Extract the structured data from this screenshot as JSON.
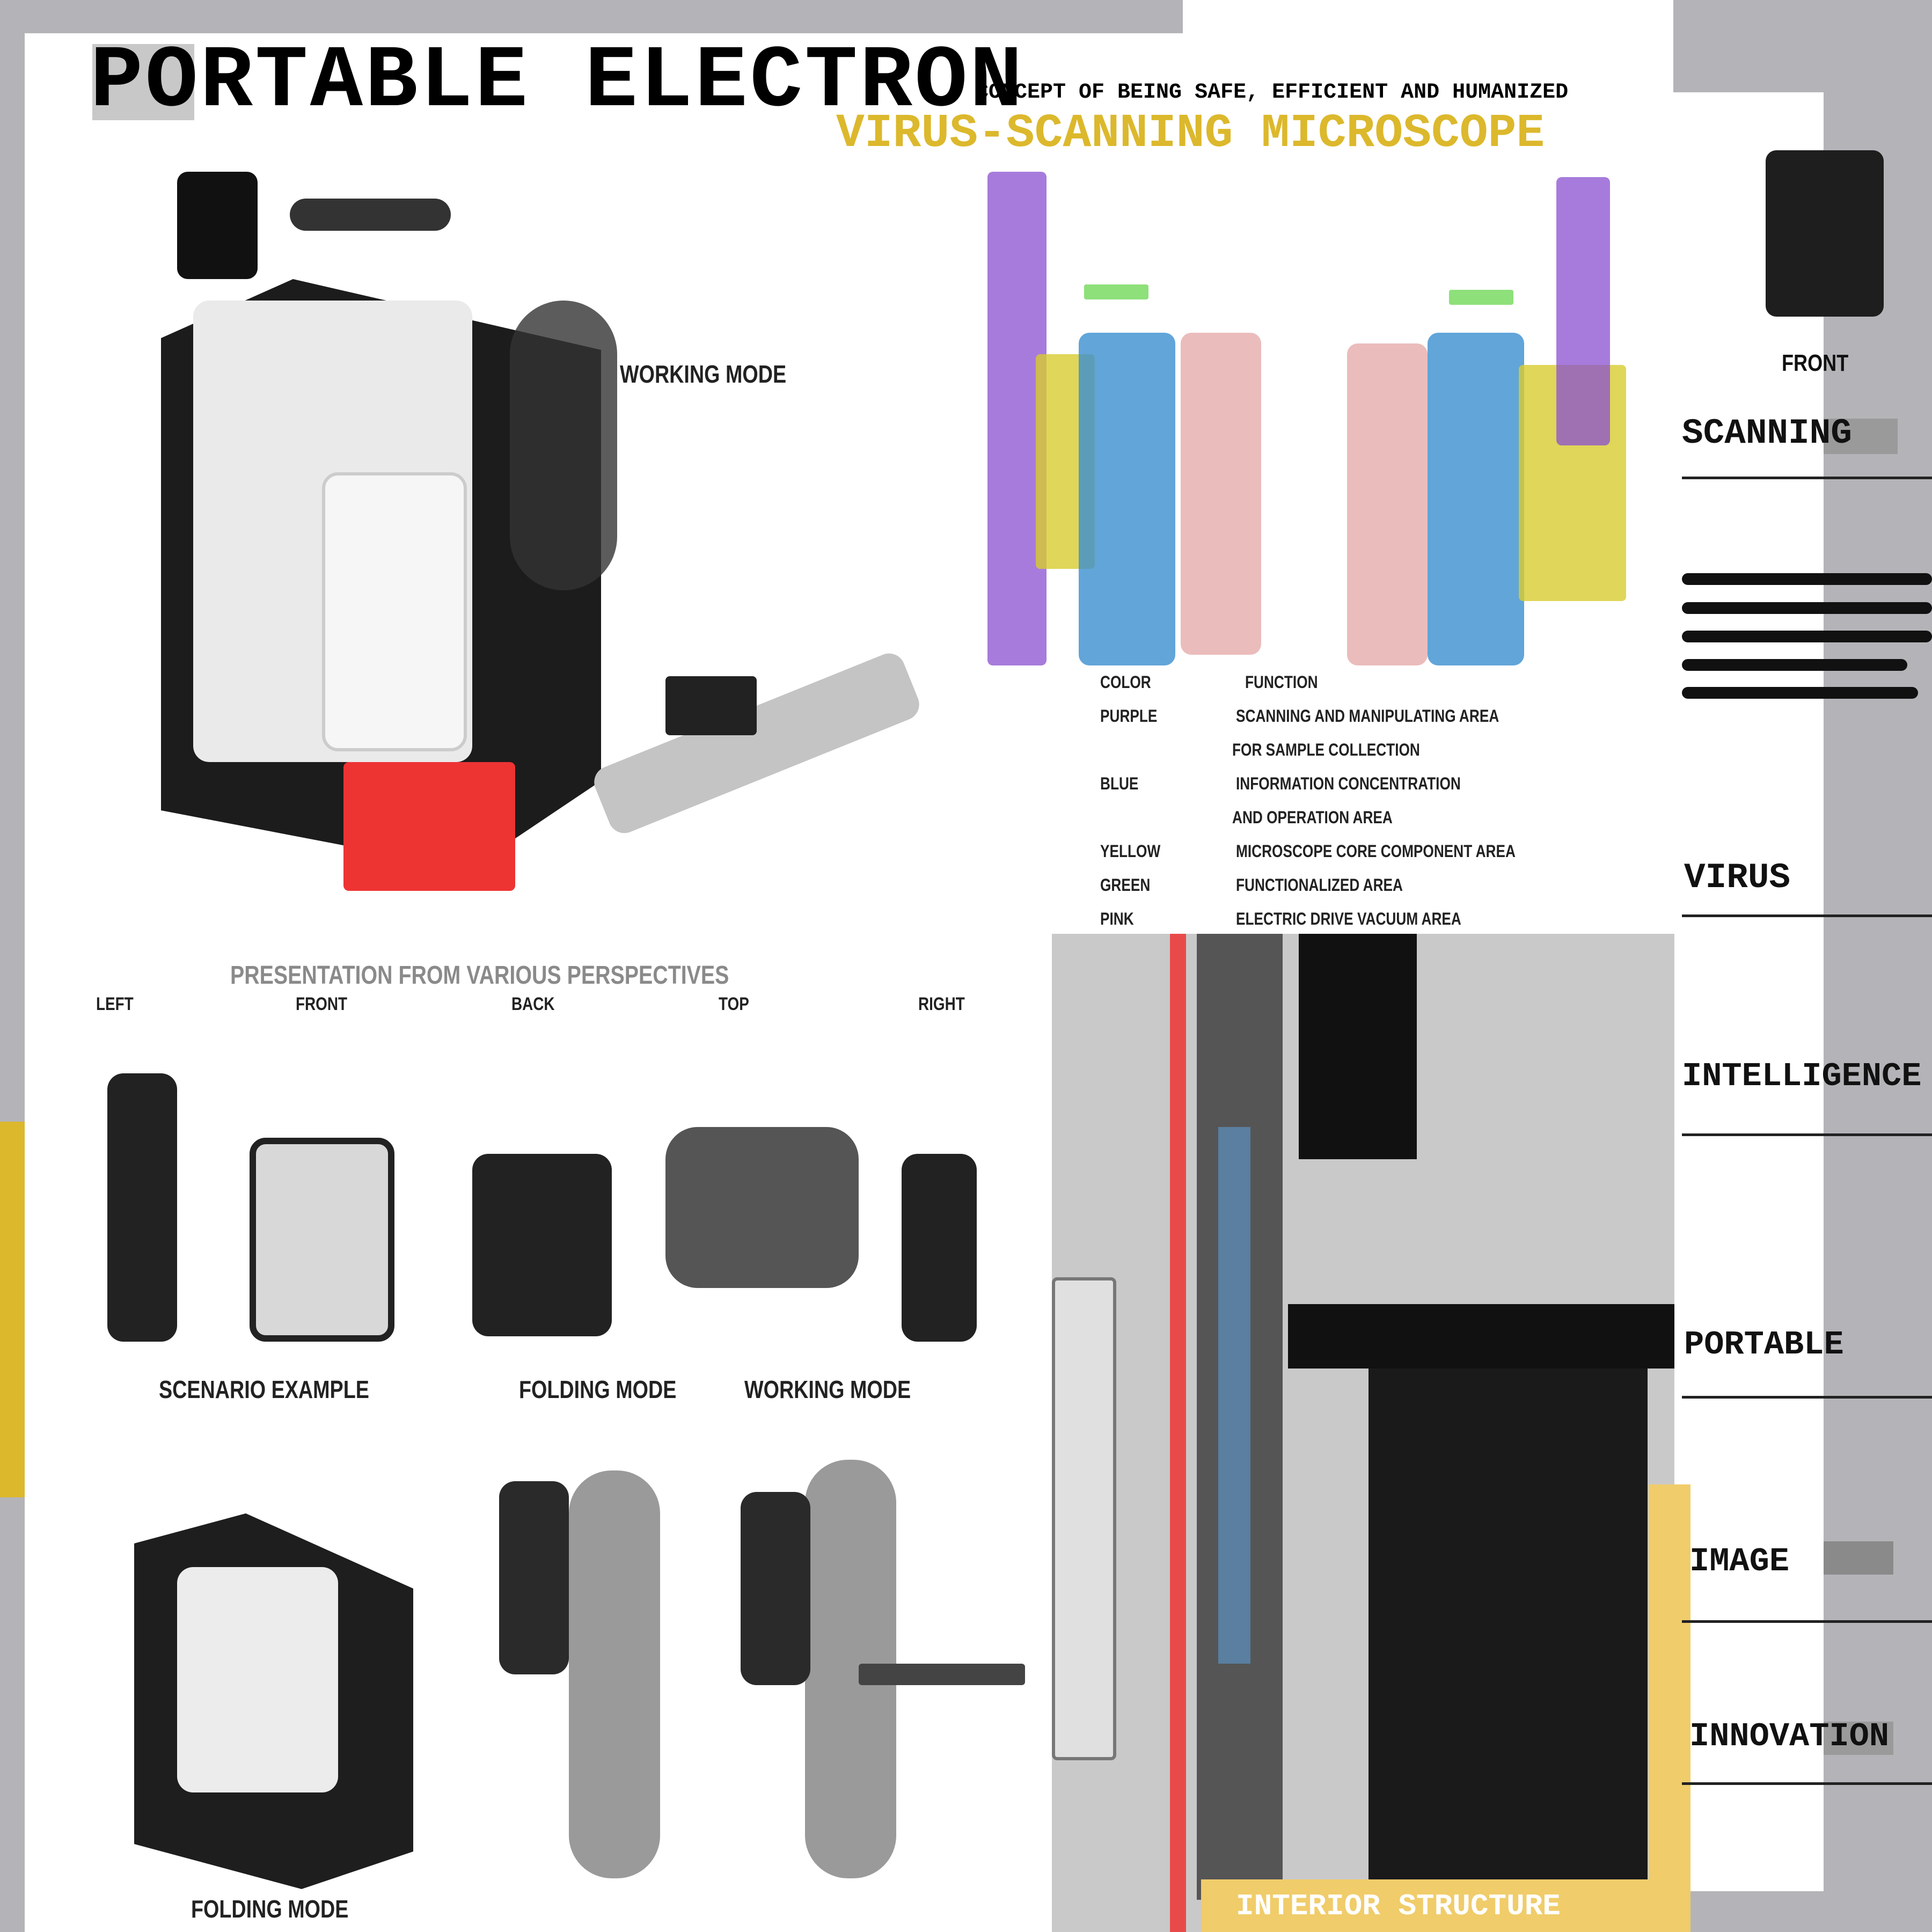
{
  "header": {
    "title": "PORTABLE ELECTRON",
    "subtitle": "CONCEPT OF BEING SAFE, EFFICIENT AND HUMANIZED",
    "product_name": "VIRUS-SCANNING MICROSCOPE"
  },
  "main_render": {
    "label": "WORKING MODE"
  },
  "legend": {
    "header_color": "COLOR",
    "header_function": "FUNCTION",
    "rows": [
      {
        "color": "PURPLE",
        "function": "SCANNING AND MANIPULATING AREA",
        "function_2": "FOR SAMPLE COLLECTION"
      },
      {
        "color": "BLUE",
        "function": "INFORMATION CONCENTRATION",
        "function_2": "AND OPERATION AREA"
      },
      {
        "color": "YELLOW",
        "function": "MICROSCOPE CORE COMPONENT AREA"
      },
      {
        "color": "GREEN",
        "function": "FUNCTIONALIZED AREA"
      },
      {
        "color": "PINK",
        "function": "ELECTRIC DRIVE VACUUM AREA"
      }
    ]
  },
  "perspectives": {
    "title": "PRESENTATION FROM VARIOUS PERSPECTIVES",
    "views": [
      "LEFT",
      "FRONT",
      "BACK",
      "TOP",
      "RIGHT"
    ]
  },
  "scenario": {
    "title": "SCENARIO EXAMPLE",
    "folding_label": "FOLDING MODE",
    "working_label": "WORKING MODE",
    "bottom_label": "FOLDING MODE"
  },
  "interior": {
    "label": "INTERIOR STRUCTURE"
  },
  "sidebar": {
    "front_label": "FRONT",
    "keywords": [
      "SCANNING",
      "VIRUS",
      "INTELLIGENCE",
      "PORTABLE",
      "IMAGE",
      "INNOVATION"
    ]
  },
  "colors": {
    "accent_yellow": "#dcb82c",
    "bar_yellow": "#f0cc6a",
    "purple": "#8a4fd0",
    "blue": "#3a8fd0",
    "pink": "#e8b0b0",
    "green": "#8ee07a",
    "red": "#e83a3a"
  }
}
